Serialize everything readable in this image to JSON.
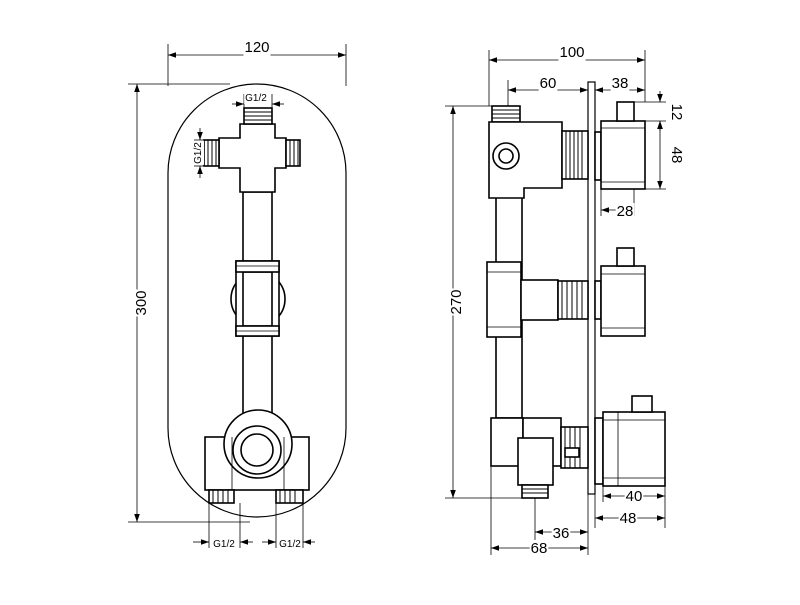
{
  "front_view": {
    "dims": {
      "overall_width": "120",
      "overall_height": "300"
    },
    "thread_labels": {
      "top_inlet": "G1/2",
      "side_inlet": "G1/2",
      "bottom_left_outlet": "G1/2",
      "bottom_right_outlet": "G1/2"
    }
  },
  "side_view": {
    "dims": {
      "overall_depth": "100",
      "body_depth": "60",
      "handle_projection": "38",
      "handle_cap": "12",
      "handle_height": "48",
      "handle_width": "28",
      "body_height": "270",
      "thermostat_knob": "40",
      "thermostat_projection": "48",
      "outlet_offset": "36",
      "total_bottom_depth": "68"
    }
  }
}
